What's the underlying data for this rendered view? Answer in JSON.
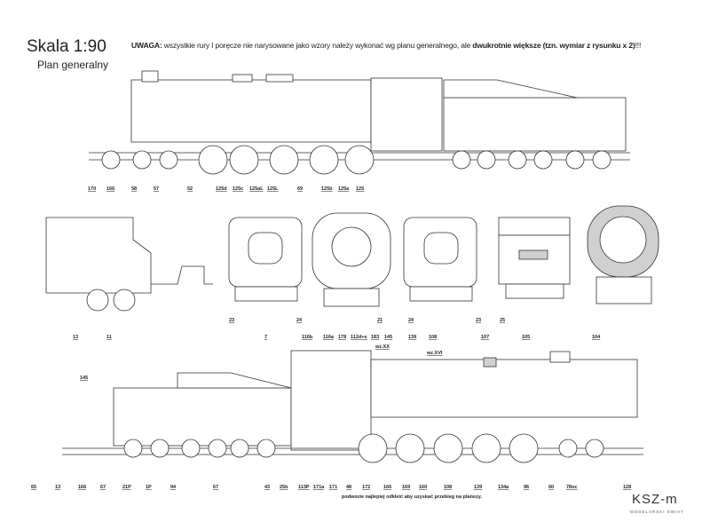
{
  "header": {
    "title": "Skala 1:90",
    "subtitle": "Plan generalny",
    "note_prefix": "UWAGA:",
    "note_text": " wszystkie rury I poręcze nie narysowane jako wzory należy wykonać wg planu generalnego, ale ",
    "note_bold": "dwukrotnie większe (tzn. wymiar z rysunku x 2)",
    "note_suffix": "!!!"
  },
  "top_view_labels": [
    "170",
    "166",
    "58",
    "57",
    "52",
    "125d",
    "125c",
    "125aL",
    "125L",
    "69",
    "125b",
    "125a",
    "125"
  ],
  "middle_view_labels": [
    "23",
    "24",
    "21",
    "24",
    "23",
    "25"
  ],
  "bottom_view_top_labels": [
    "13",
    "11",
    "7",
    "116b",
    "116a",
    "178",
    "112d+e",
    "183",
    "145",
    "139",
    "108",
    "107",
    "105",
    "104",
    "wz.XX",
    "wz.XVI",
    "145"
  ],
  "bottom_view_bottom_labels": [
    "65",
    "13",
    "166",
    "67",
    "21P",
    "1P",
    "94",
    "67",
    "43",
    "25b",
    "113P",
    "171a",
    "171",
    "48",
    "172",
    "166",
    "169",
    "160",
    "108",
    "139",
    "134a",
    "96",
    "60",
    "78oc",
    "128"
  ],
  "bottom_note": "podwozie najlepiej odkleić aby uzyskać przebieg na planszy.",
  "logo": {
    "name": "KSZ-m",
    "tagline": "MODELARSKI ŚWIAT"
  },
  "colors": {
    "line": "#333333",
    "fill": "#d0d0d0",
    "background": "#ffffff"
  }
}
